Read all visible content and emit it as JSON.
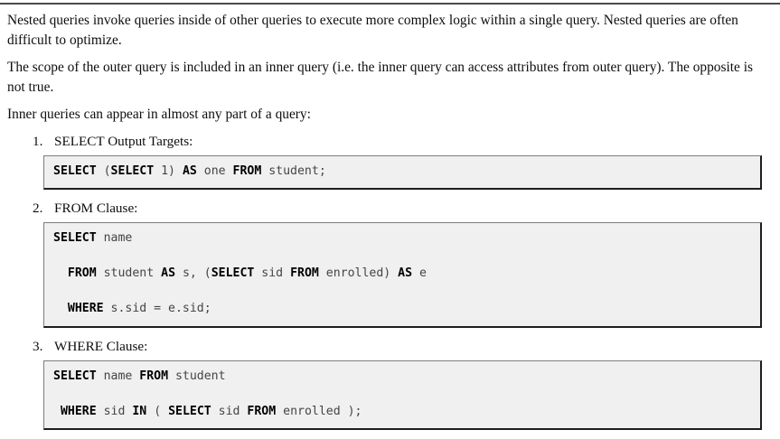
{
  "document": {
    "paragraphs": [
      "Nested queries invoke queries inside of other queries to execute more complex logic within a single query. Nested queries are often difficult to optimize.",
      "The scope of the outer query is included in an inner query (i.e. the inner query can access attributes from outer query). The opposite is not true."
    ],
    "lead_in": "Inner queries can appear in almost any part of a query:",
    "items": [
      {
        "number": "1.",
        "label": "SELECT Output Targets:",
        "code_lines": [
          [
            {
              "t": "SELECT",
              "k": true
            },
            {
              "t": " (",
              "k": false
            },
            {
              "t": "SELECT",
              "k": true
            },
            {
              "t": " 1) ",
              "k": false
            },
            {
              "t": "AS",
              "k": true
            },
            {
              "t": " one ",
              "k": false
            },
            {
              "t": "FROM",
              "k": true
            },
            {
              "t": " student;",
              "k": false
            }
          ]
        ]
      },
      {
        "number": "2.",
        "label": "FROM Clause:",
        "code_lines": [
          [
            {
              "t": "SELECT",
              "k": true
            },
            {
              "t": " name",
              "k": false
            }
          ],
          [
            {
              "t": "  ",
              "k": false
            },
            {
              "t": "FROM",
              "k": true
            },
            {
              "t": " student ",
              "k": false
            },
            {
              "t": "AS",
              "k": true
            },
            {
              "t": " s, (",
              "k": false
            },
            {
              "t": "SELECT",
              "k": true
            },
            {
              "t": " sid ",
              "k": false
            },
            {
              "t": "FROM",
              "k": true
            },
            {
              "t": " enrolled) ",
              "k": false
            },
            {
              "t": "AS",
              "k": true
            },
            {
              "t": " e",
              "k": false
            }
          ],
          [
            {
              "t": "  ",
              "k": false
            },
            {
              "t": "WHERE",
              "k": true
            },
            {
              "t": " s.sid = e.sid;",
              "k": false
            }
          ]
        ]
      },
      {
        "number": "3.",
        "label": "WHERE Clause:",
        "code_lines": [
          [
            {
              "t": "SELECT",
              "k": true
            },
            {
              "t": " name ",
              "k": false
            },
            {
              "t": "FROM",
              "k": true
            },
            {
              "t": " student",
              "k": false
            }
          ],
          [
            {
              "t": " ",
              "k": false
            },
            {
              "t": "WHERE",
              "k": true
            },
            {
              "t": " sid ",
              "k": false
            },
            {
              "t": "IN",
              "k": true
            },
            {
              "t": " ( ",
              "k": false
            },
            {
              "t": "SELECT",
              "k": true
            },
            {
              "t": " sid ",
              "k": false
            },
            {
              "t": "FROM",
              "k": true
            },
            {
              "t": " enrolled );",
              "k": false
            }
          ]
        ]
      }
    ]
  },
  "colors": {
    "code_background": "#f0f0f0",
    "code_border": "#1d1d1d",
    "rule": "#4a4a4a",
    "text": "#0d0d0d",
    "keyword": "#000000",
    "identifier": "#454545"
  }
}
